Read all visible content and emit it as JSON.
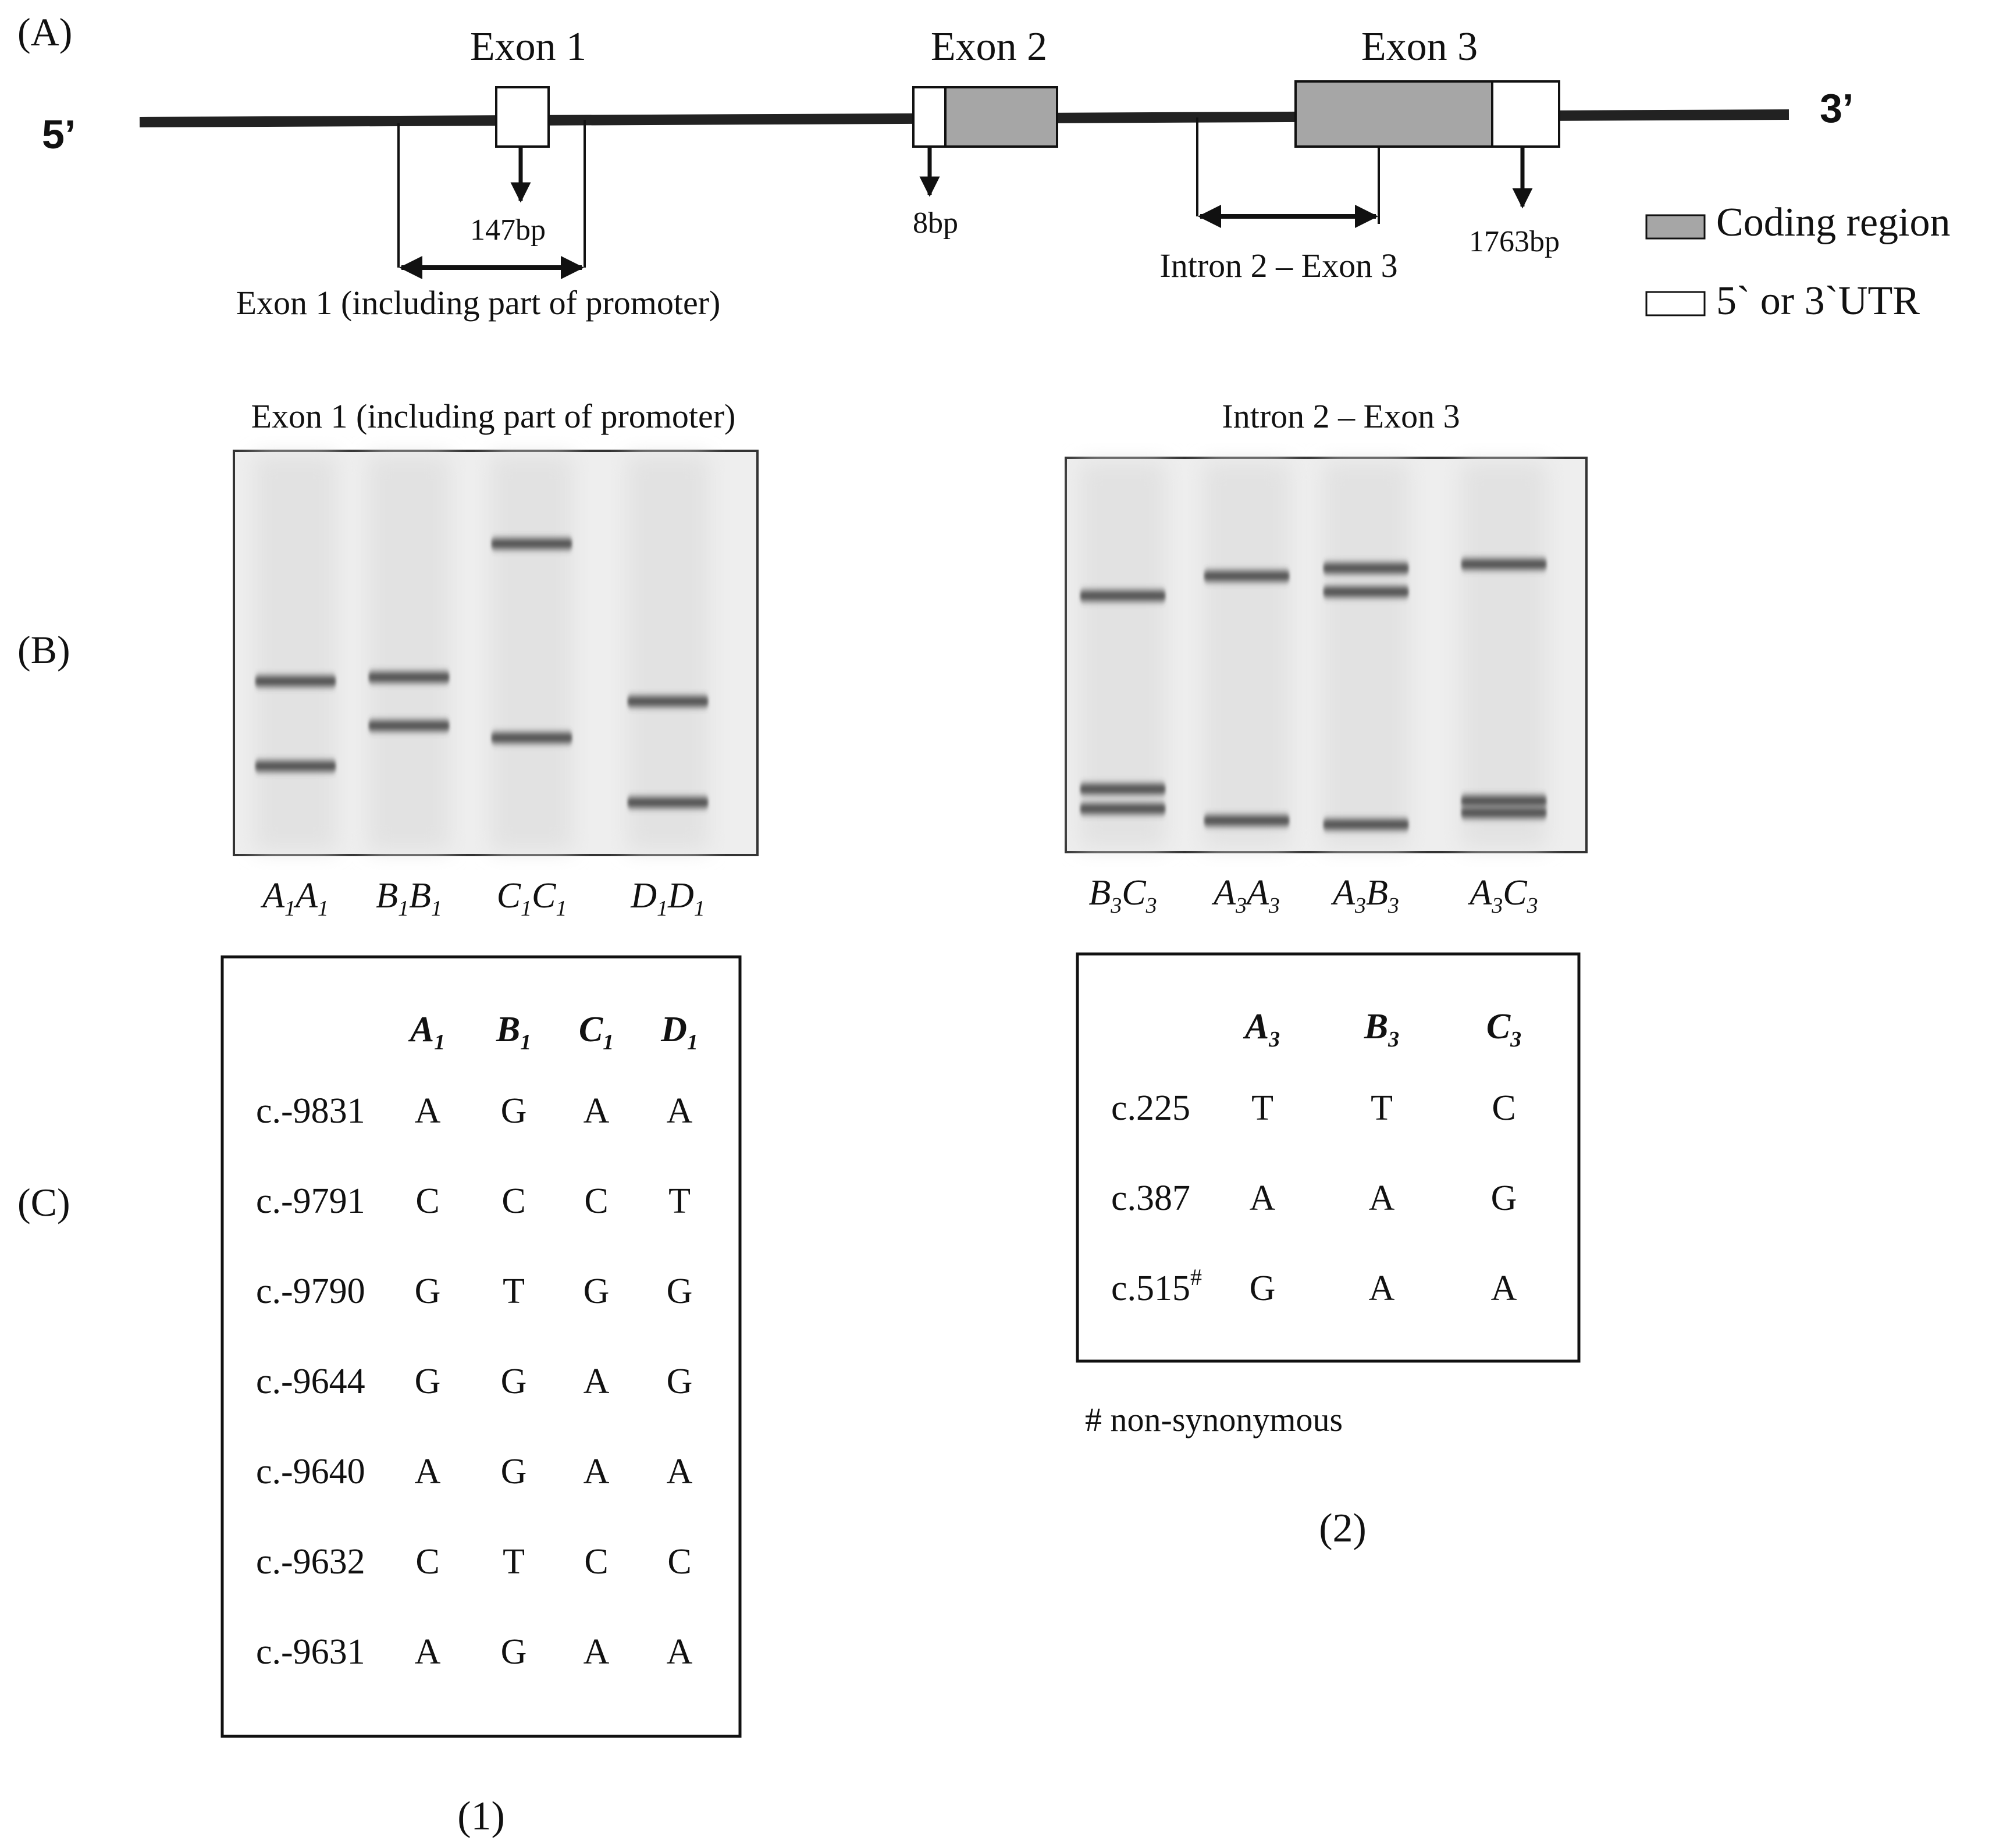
{
  "panel_labels": {
    "a": "(A)",
    "b": "(B)",
    "c": "(C)"
  },
  "gene": {
    "five_prime": "5’",
    "three_prime": "3’",
    "exons": [
      {
        "label": "Exon 1",
        "callout": "147bp"
      },
      {
        "label": "Exon 2",
        "callout": "8bp"
      },
      {
        "label": "Exon 3",
        "callout": "1763bp"
      }
    ],
    "amplicons": [
      {
        "label": "Exon 1 (including part of promoter)"
      },
      {
        "label": "Intron 2 – Exon 3"
      }
    ]
  },
  "legend": [
    {
      "label": "Coding region",
      "swatch": "#a6a6a6"
    },
    {
      "label": "5` or 3`UTR",
      "swatch": "#ffffff"
    }
  ],
  "gels": [
    {
      "title": "Exon 1 (including part of promoter)",
      "lanes": [
        {
          "name": "A1A1",
          "parts": [
            [
              "A",
              ""
            ],
            [
              "1",
              "sub"
            ],
            [
              "A",
              ""
            ],
            [
              "1",
              "sub"
            ]
          ],
          "bands": [
            0.57,
            0.78
          ]
        },
        {
          "name": "B1B1",
          "parts": [
            [
              "B",
              ""
            ],
            [
              "1",
              "sub"
            ],
            [
              "B",
              ""
            ],
            [
              "1",
              "sub"
            ]
          ],
          "bands": [
            0.56,
            0.68
          ]
        },
        {
          "name": "C1C1",
          "parts": [
            [
              "C",
              ""
            ],
            [
              "1",
              "sub"
            ],
            [
              "C",
              ""
            ],
            [
              "1",
              "sub"
            ]
          ],
          "bands": [
            0.23,
            0.71
          ]
        },
        {
          "name": "D1D1",
          "parts": [
            [
              "D",
              ""
            ],
            [
              "1",
              "sub"
            ],
            [
              "D",
              ""
            ],
            [
              "1",
              "sub"
            ]
          ],
          "bands": [
            0.62,
            0.87
          ]
        }
      ]
    },
    {
      "title": "Intron 2 – Exon 3",
      "lanes": [
        {
          "name": "B3C3",
          "parts": [
            [
              "B",
              ""
            ],
            [
              "3",
              "sub"
            ],
            [
              "C",
              ""
            ],
            [
              "3",
              "sub"
            ]
          ],
          "bands": [
            0.35,
            0.84,
            0.89
          ]
        },
        {
          "name": "A3A3",
          "parts": [
            [
              "A",
              ""
            ],
            [
              "3",
              "sub"
            ],
            [
              "A",
              ""
            ],
            [
              "3",
              "sub"
            ]
          ],
          "bands": [
            0.3,
            0.92
          ]
        },
        {
          "name": "A3B3",
          "parts": [
            [
              "A",
              ""
            ],
            [
              "3",
              "sub"
            ],
            [
              "B",
              ""
            ],
            [
              "3",
              "sub"
            ]
          ],
          "bands": [
            0.28,
            0.34,
            0.93
          ]
        },
        {
          "name": "A3C3",
          "parts": [
            [
              "A",
              ""
            ],
            [
              "3",
              "sub"
            ],
            [
              "C",
              ""
            ],
            [
              "3",
              "sub"
            ]
          ],
          "bands": [
            0.27,
            0.87,
            0.9
          ]
        }
      ]
    }
  ],
  "tables": [
    {
      "caption": "(1)",
      "headers": [
        [
          [
            "A",
            ""
          ],
          [
            "1",
            "sub"
          ]
        ],
        [
          [
            "B",
            ""
          ],
          [
            "1",
            "sub"
          ]
        ],
        [
          [
            "C",
            ""
          ],
          [
            "1",
            "sub"
          ]
        ],
        [
          [
            "D",
            ""
          ],
          [
            "1",
            "sub"
          ]
        ]
      ],
      "rows": [
        {
          "pos": "c.-9831",
          "vals": [
            "A",
            "G",
            "A",
            "A"
          ]
        },
        {
          "pos": "c.-9791",
          "vals": [
            "C",
            "C",
            "C",
            "T"
          ]
        },
        {
          "pos": "c.-9790",
          "vals": [
            "G",
            "T",
            "G",
            "G"
          ]
        },
        {
          "pos": "c.-9644",
          "vals": [
            "G",
            "G",
            "A",
            "G"
          ]
        },
        {
          "pos": "c.-9640",
          "vals": [
            "A",
            "G",
            "A",
            "A"
          ]
        },
        {
          "pos": "c.-9632",
          "vals": [
            "C",
            "T",
            "C",
            "C"
          ]
        },
        {
          "pos": "c.-9631",
          "vals": [
            "A",
            "G",
            "A",
            "A"
          ]
        }
      ]
    },
    {
      "caption": "(2)",
      "footnote": "# non-synonymous",
      "headers": [
        [
          [
            "A",
            ""
          ],
          [
            "3",
            "sub"
          ]
        ],
        [
          [
            "B",
            ""
          ],
          [
            "3",
            "sub"
          ]
        ],
        [
          [
            "C",
            ""
          ],
          [
            "3",
            "sub"
          ]
        ]
      ],
      "rows": [
        {
          "pos": "c.225",
          "pos_sup": "",
          "vals": [
            "T",
            "T",
            "C"
          ]
        },
        {
          "pos": "c.387",
          "pos_sup": "",
          "vals": [
            "A",
            "A",
            "G"
          ]
        },
        {
          "pos": "c.515",
          "pos_sup": "#",
          "vals": [
            "G",
            "A",
            "A"
          ]
        }
      ]
    }
  ]
}
